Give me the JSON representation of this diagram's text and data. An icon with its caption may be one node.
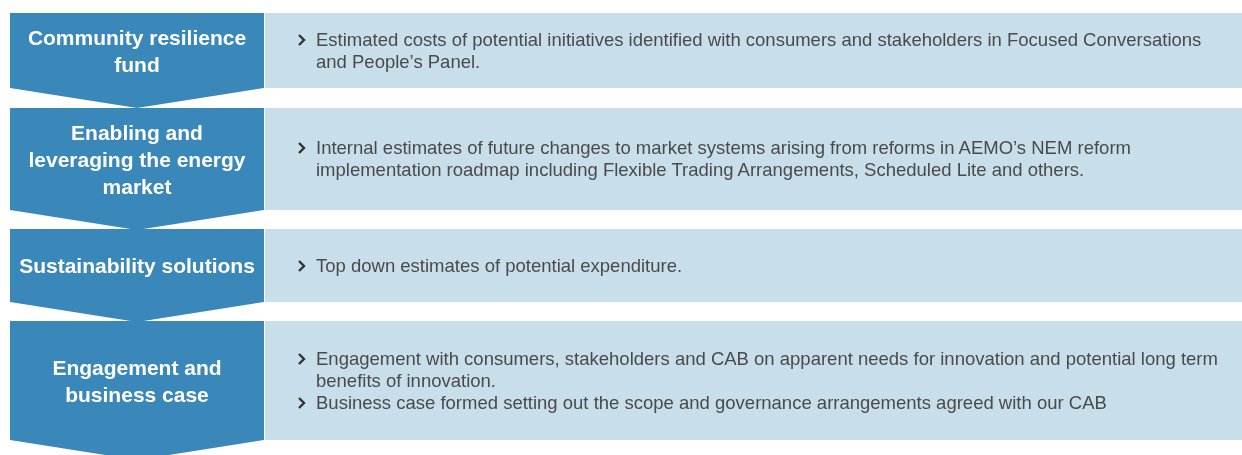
{
  "diagram": {
    "nodes": [
      {
        "text": [
          "Community resilience fund"
        ]
      },
      {
        "text": [
          "Estimated costs of potential initiatives identified with consumers and stakeholders in Focused Conversations and People’s Panel."
        ]
      },
      {
        "text": [
          "Enabling and leveraging the energy market"
        ]
      },
      {
        "text": [
          "Internal estimates of future changes to market systems arising from reforms in AEMO’s NEM reform implementation roadmap including Flexible Trading Arrangements, Scheduled Lite and others."
        ]
      },
      {
        "text": [
          "Sustainability solutions"
        ]
      },
      {
        "text": [
          "Top down estimates of potential expenditure."
        ]
      },
      {
        "text": [
          "Engagement and business case"
        ]
      },
      {
        "text": [
          "Engagement with consumers, stakeholders and CAB on apparent needs for innovation and potential long term benefits of innovation.",
          "Business case formed setting out the scope and governance arrangements agreed with our CAB"
        ]
      }
    ]
  }
}
